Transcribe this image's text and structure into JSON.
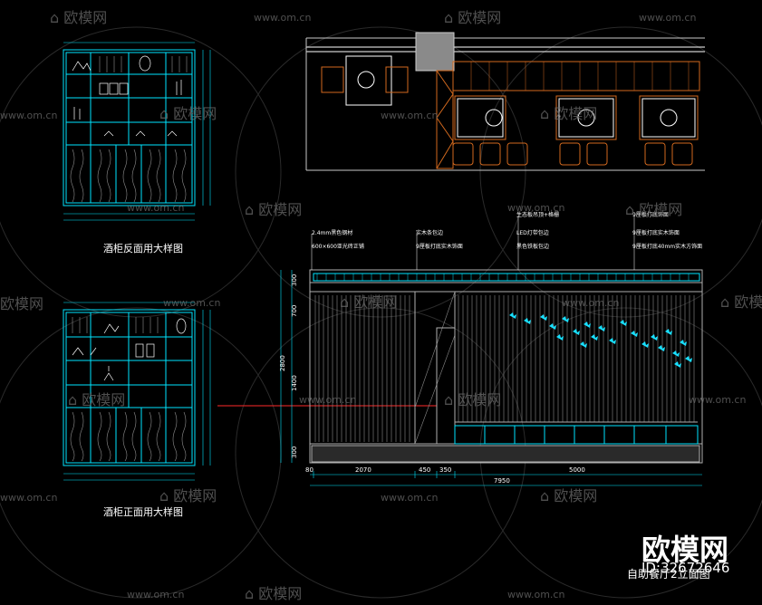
{
  "watermark": {
    "brand": "欧模网",
    "url": "www.om.cn"
  },
  "captions": {
    "cabinet_back": "酒柜反面用大样图",
    "cabinet_front": "酒柜正面用大样图",
    "elevation_title": "自助餐厅2立面图"
  },
  "logo_text": "欧模网",
  "id_text": "ID:32672646",
  "annotations": {
    "a1": "2.4mm黑色钢材",
    "a2": "600×600亚光砖正铺",
    "a3": "实木条包边",
    "a4": "9厘板打底实木饰面",
    "a5": "生态板吊顶+格栅",
    "a6": "LED灯带包边",
    "a7": "黑色铁板包边",
    "a8": "9厘板打底饰面",
    "a9": "9厘板打底实木饰面",
    "a10": "9厘板打底40mm实木方饰面"
  },
  "dims_bottom": [
    "80",
    "2070",
    "450",
    "350",
    "5000"
  ],
  "dim_total": "7950",
  "dims_left": [
    "300",
    "700",
    "1400",
    "300"
  ],
  "dim_height": "2800",
  "colors": {
    "line": "#00e5ff",
    "wall": "#b0b0b0",
    "plan": "#d2691e",
    "butterfly": "#19e0ff",
    "watermark": "#6a6a6a"
  }
}
